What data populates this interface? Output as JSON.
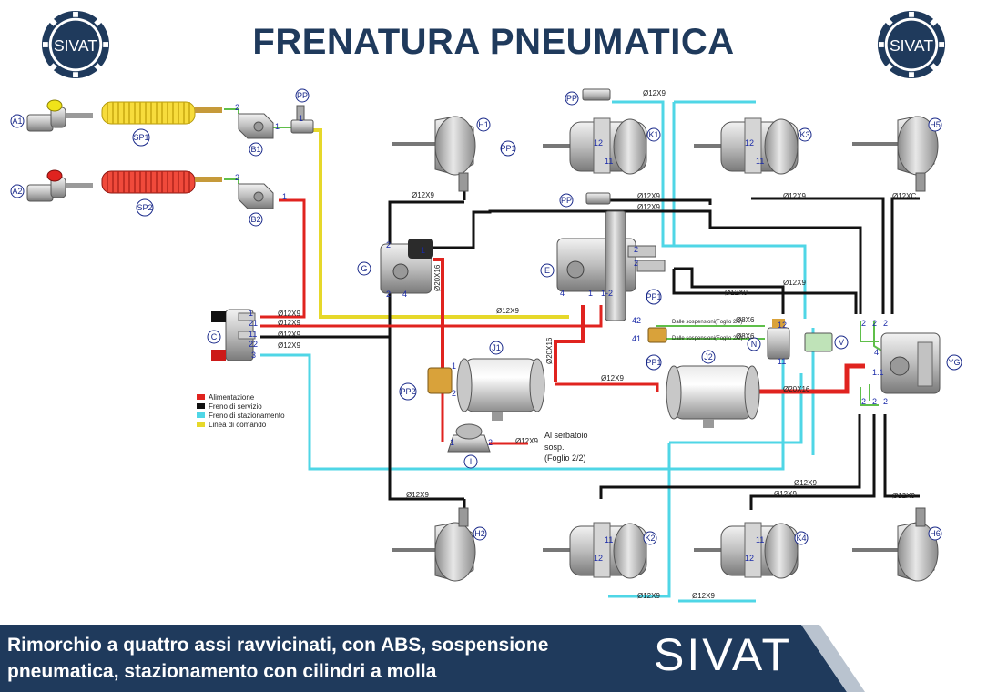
{
  "header": {
    "title": "FRENATURA PNEUMATICA",
    "logo_text": "SIVAT"
  },
  "footer": {
    "caption_line1": "Rimorchio a quattro assi ravvicinati, con ABS, sospensione",
    "caption_line2": "pneumatica, stazionamento con cilindri a molla",
    "brand": "SIVAT"
  },
  "colors": {
    "alimentazione": "#e0231f",
    "servizio": "#111111",
    "stazionamento": "#4fd6e6",
    "comando": "#e6d82a",
    "navy": "#1f3a5c"
  },
  "legend": [
    {
      "label": "Alimentazione",
      "color": "#e0231f"
    },
    {
      "label": "Freno di servizio",
      "color": "#111111"
    },
    {
      "label": "Freno di stazionamento",
      "color": "#4fd6e6"
    },
    {
      "label": "Linea di comando",
      "color": "#e6d82a"
    }
  ],
  "components": {
    "A1": "A1",
    "A2": "A2",
    "SP1": "SP1",
    "SP2": "SP2",
    "B1": "B1",
    "B2": "B2",
    "PP": "PP",
    "C": "C",
    "G": "G",
    "E": "E",
    "PP1": "PP1",
    "PP2": "PP2",
    "J1": "J1",
    "J2": "J2",
    "I": "I",
    "N": "N",
    "V": "V",
    "YG": "YG",
    "H1": "H1",
    "H2": "H2",
    "H5": "H5",
    "H6": "H6",
    "K1": "K1",
    "K2": "K2",
    "K3": "K3",
    "K4": "K4"
  },
  "pipe_labels": {
    "d12x9": "Ø12X9",
    "d12xc": "Ø12XC",
    "d20x16": "Ø20X16",
    "d8x6": "Ø8X6"
  },
  "ports": {
    "p1": "1",
    "p2": "2",
    "p4": "4",
    "p11": "11",
    "p12": "12",
    "p21": "21",
    "p22": "22",
    "p41": "41",
    "p42": "42",
    "p3": "3",
    "p11b": "1.1",
    "p12b": "1-2"
  },
  "notes": {
    "serbatoio_line1": "Al serbatoio",
    "serbatoio_line2": "sosp.",
    "serbatoio_line3": "(Foglio 2/2)",
    "sospensioni": "Dalle sospensioni(Foglio 2/2)"
  }
}
